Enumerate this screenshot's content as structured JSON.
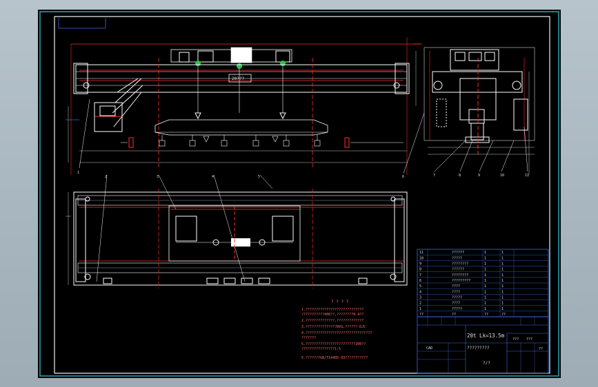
{
  "drawing": {
    "title_block": {
      "designation": "20t  Lk=13.5m",
      "subtitle": "?????????",
      "sheet": "?/?",
      "small_label": "CAD",
      "codes": [
        "???",
        "???",
        "??"
      ]
    },
    "weight_label": "20???",
    "part_callouts": [
      "1",
      "2",
      "3",
      "4",
      "5",
      "6",
      "7",
      "8",
      "9",
      "10",
      "11"
    ],
    "notes_title": "? ? ? ?",
    "notes": [
      "1.????????????????????????????",
      "  ???????????400??,????????0.4??",
      "2.??????????????,?????????????",
      "3.???????????????BVG,??????-DJC",
      "4.????????????????????????????????",
      "  ???????",
      "5.????????????????????????200??",
      "  ????????????????1:5",
      "5.???????GB/T14405-93???????????"
    ],
    "parts_list": [
      [
        "11",
        "??????",
        "1",
        "1"
      ],
      [
        "10",
        "?????",
        "1",
        "1"
      ],
      [
        "9",
        "????????",
        "1",
        "1"
      ],
      [
        "8",
        "??????",
        "1",
        "1"
      ],
      [
        "7",
        "????????",
        "1",
        "1"
      ],
      [
        "6",
        "?????????",
        "1",
        "1"
      ],
      [
        "5",
        "????",
        "1",
        "1"
      ],
      [
        "4",
        "????",
        "1",
        "1"
      ],
      [
        "3",
        "?????",
        "1",
        "1"
      ],
      [
        "2",
        "????",
        "1",
        "1"
      ],
      [
        "1",
        "?????",
        "1",
        "1"
      ]
    ],
    "parts_header": [
      "??",
      "??",
      "??",
      "??"
    ]
  }
}
